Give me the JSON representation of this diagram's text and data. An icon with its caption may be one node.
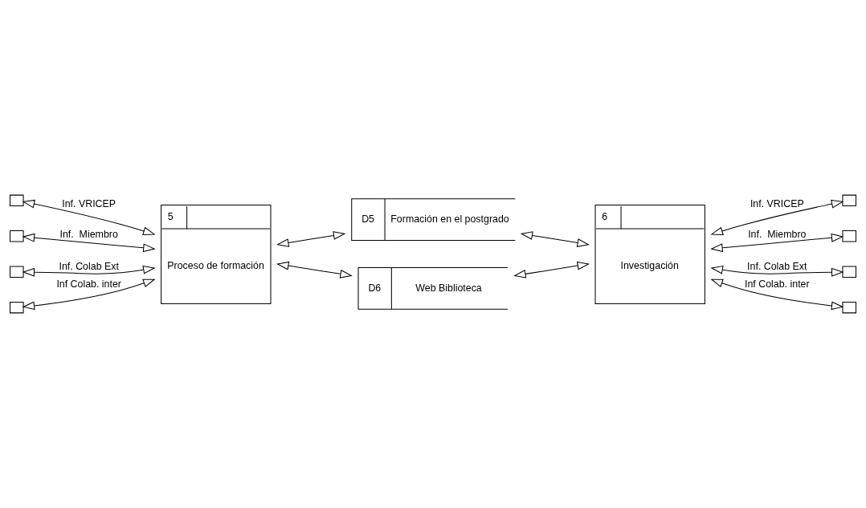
{
  "diagram": {
    "nodes": [
      {
        "text": [
          "D5",
          "Formación en el postgrado"
        ]
      },
      {
        "text": [
          "5",
          "Proceso de formación"
        ]
      },
      {
        "text": [
          "6",
          "Investigación"
        ]
      },
      {
        "text": [],
        "shape": "box"
      },
      {
        "text": [],
        "shape": "box"
      },
      {
        "text": [],
        "shape": "box"
      },
      {
        "text": [],
        "shape": "box"
      },
      {
        "text": [],
        "shape": "box"
      },
      {
        "text": [],
        "shape": "box"
      },
      {
        "text": [],
        "shape": "box"
      },
      {
        "text": [],
        "shape": "box"
      },
      {
        "text": [
          "D6",
          "Web Biblioteca"
        ]
      }
    ],
    "edges": [
      {
        "from": 1,
        "to": 0,
        "arrow": "both"
      },
      {
        "from": 0,
        "to": 2,
        "arrow": "both"
      },
      {
        "from": 3,
        "to": 1,
        "arrow": "both",
        "label": "Inf. VRICEP"
      },
      {
        "from": 4,
        "to": 1,
        "arrow": "both",
        "label": "Inf.  Miembro"
      },
      {
        "from": 5,
        "to": 1,
        "arrow": "both",
        "label": "Inf. Colab Ext"
      },
      {
        "from": 6,
        "to": 1,
        "arrow": "both",
        "label": "Inf Colab. inter"
      },
      {
        "from": 2,
        "to": 7,
        "arrow": "both",
        "label": "Inf. VRICEP"
      },
      {
        "from": 2,
        "to": 8,
        "arrow": "both",
        "label": "Inf.  Miembro"
      },
      {
        "from": 2,
        "to": 9,
        "arrow": "both",
        "label": "Inf. Colab Ext"
      },
      {
        "from": 2,
        "to": 10,
        "arrow": "both",
        "label": "Inf Colab. inter"
      },
      {
        "from": 1,
        "to": 11,
        "arrow": "both"
      },
      {
        "from": 11,
        "to": 2,
        "arrow": "both"
      }
    ]
  }
}
